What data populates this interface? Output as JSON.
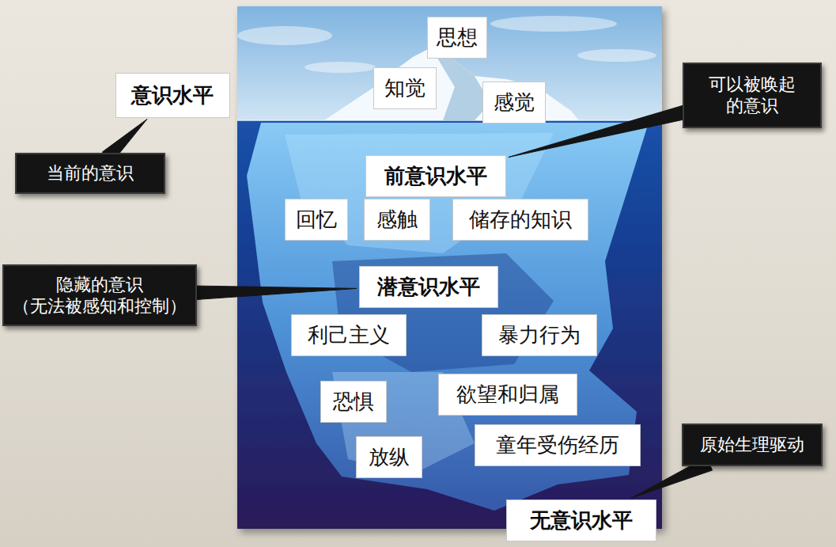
{
  "diagram": {
    "nodes": [
      {
        "text": [
          "思想"
        ]
      },
      {
        "text": [
          "意识水平"
        ]
      },
      {
        "text": [
          "知觉"
        ]
      },
      {
        "text": [
          "可以被唤起的意识"
        ]
      },
      {
        "text": [
          "感觉"
        ]
      },
      {
        "text": [
          "当前的意识"
        ]
      },
      {
        "text": [
          "前意识水平"
        ]
      },
      {
        "text": [
          "回忆"
        ]
      },
      {
        "text": [
          "感触"
        ]
      },
      {
        "text": [
          "储存的知识"
        ]
      },
      {
        "text": [
          "隐藏的意识",
          "（无法被感知和控制）"
        ]
      },
      {
        "text": [
          "潜意识水平"
        ]
      },
      {
        "text": [
          "利己主义"
        ]
      },
      {
        "text": [
          "暴力行为"
        ]
      },
      {
        "text": [
          "恐惧"
        ]
      },
      {
        "text": [
          "欲望和归属"
        ]
      },
      {
        "text": [
          "童年受伤经历"
        ]
      },
      {
        "text": [
          "放纵"
        ]
      },
      {
        "text": [
          "原始生理驱动"
        ]
      },
      {
        "text": [
          "无意识水平"
        ]
      }
    ],
    "edges": [
      {
        "from": 5,
        "to": 1,
        "arrow": "none"
      },
      {
        "from": 3,
        "to": 6,
        "arrow": "none"
      },
      {
        "from": 10,
        "to": 11,
        "arrow": "none"
      },
      {
        "from": 18,
        "to": 19,
        "arrow": "none"
      }
    ]
  }
}
